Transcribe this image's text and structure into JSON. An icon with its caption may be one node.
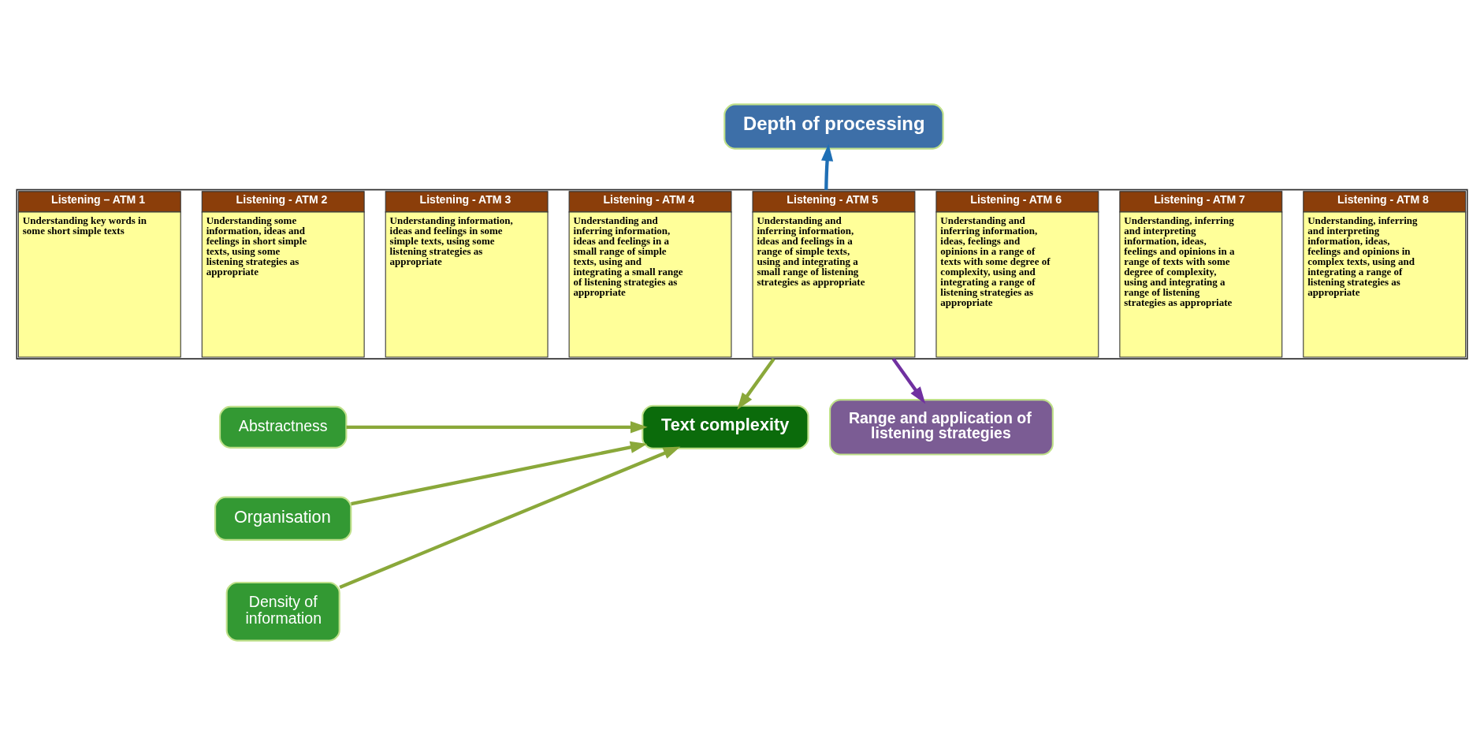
{
  "diagram": {
    "nodes": [
      {
        "text": [
          "Depth of processing"
        ]
      },
      {
        "text": [],
        "shape": "box"
      },
      {
        "text": [
          "Listening – ATM 1",
          "Understanding key words in some short simple texts"
        ],
        "in": 1
      },
      {
        "text": [
          "Listening - ATM 2",
          "Understanding some information, ideas and feelings in short simple texts, using some listening strategies as appropriate"
        ],
        "in": 1
      },
      {
        "text": [
          "Listening - ATM 3",
          "Understanding information, ideas and feelings in some simple texts, using some listening strategies as appropriate"
        ],
        "in": 1
      },
      {
        "text": [
          "Listening - ATM 4",
          "Understanding and inferring information, ideas and feelings in a small range of simple texts, using and integrating a small range of listening strategies as appropriate"
        ],
        "in": 1
      },
      {
        "text": [
          "Listening - ATM 5",
          "Understanding and inferring information, ideas and feelings in a range of simple texts, using and integrating a small range of listening strategies as appropriate"
        ],
        "in": 1
      },
      {
        "text": [
          "Listening - ATM 6",
          "Understanding and inferring information, ideas, feelings and opinions in a range of texts with some degree of complexity, using and integrating a range of listening strategies as appropriate"
        ],
        "in": 1
      },
      {
        "text": [
          "Listening - ATM 7",
          "Understanding, inferring and interpreting information, ideas, feelings and opinions in a range of texts with some degree of complexity, using and integrating a range of listening strategies as appropriate"
        ],
        "in": 1
      },
      {
        "text": [
          "Listening - ATM 8",
          "Understanding, inferring and interpreting information, ideas, feelings and opinions in complex texts, using and integrating a range of listening strategies as appropriate"
        ],
        "in": 1
      },
      {
        "text": [
          "Abstractness"
        ]
      },
      {
        "text": [
          "Organisation"
        ]
      },
      {
        "text": [
          "Density of information"
        ]
      },
      {
        "text": [
          "Text complexity"
        ]
      },
      {
        "text": [
          "Range and application of listening strategies"
        ]
      }
    ],
    "edges": [
      {
        "from": 1,
        "to": 0,
        "arrow": "to",
        "color": "#1f6fb5"
      },
      {
        "from": 1,
        "to": 13,
        "arrow": "to"
      },
      {
        "from": 1,
        "to": 14,
        "arrow": "to",
        "color": "#7030a0"
      },
      {
        "from": 10,
        "to": 13,
        "arrow": "to"
      },
      {
        "from": 11,
        "to": 13,
        "arrow": "to"
      },
      {
        "from": 12,
        "to": 13,
        "arrow": "to"
      }
    ]
  }
}
